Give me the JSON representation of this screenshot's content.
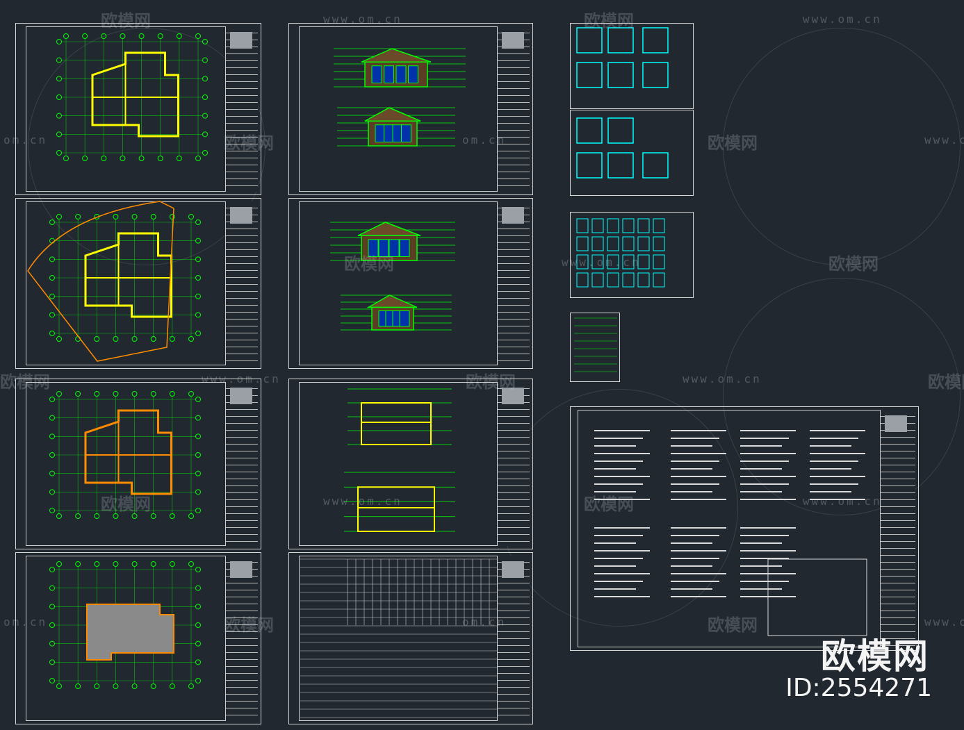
{
  "watermark": {
    "brand": "欧模网",
    "url": "www.om.cn",
    "url_short": "om.cn"
  },
  "badge": {
    "brand": "欧模网",
    "id": "ID:2554271"
  },
  "colors": {
    "background": "#212830",
    "line": "#00ff00",
    "wall": "#ffff00",
    "accent_cyan": "#00ffff",
    "accent_orange": "#ff8c00",
    "frame": "#d8d8d8"
  }
}
